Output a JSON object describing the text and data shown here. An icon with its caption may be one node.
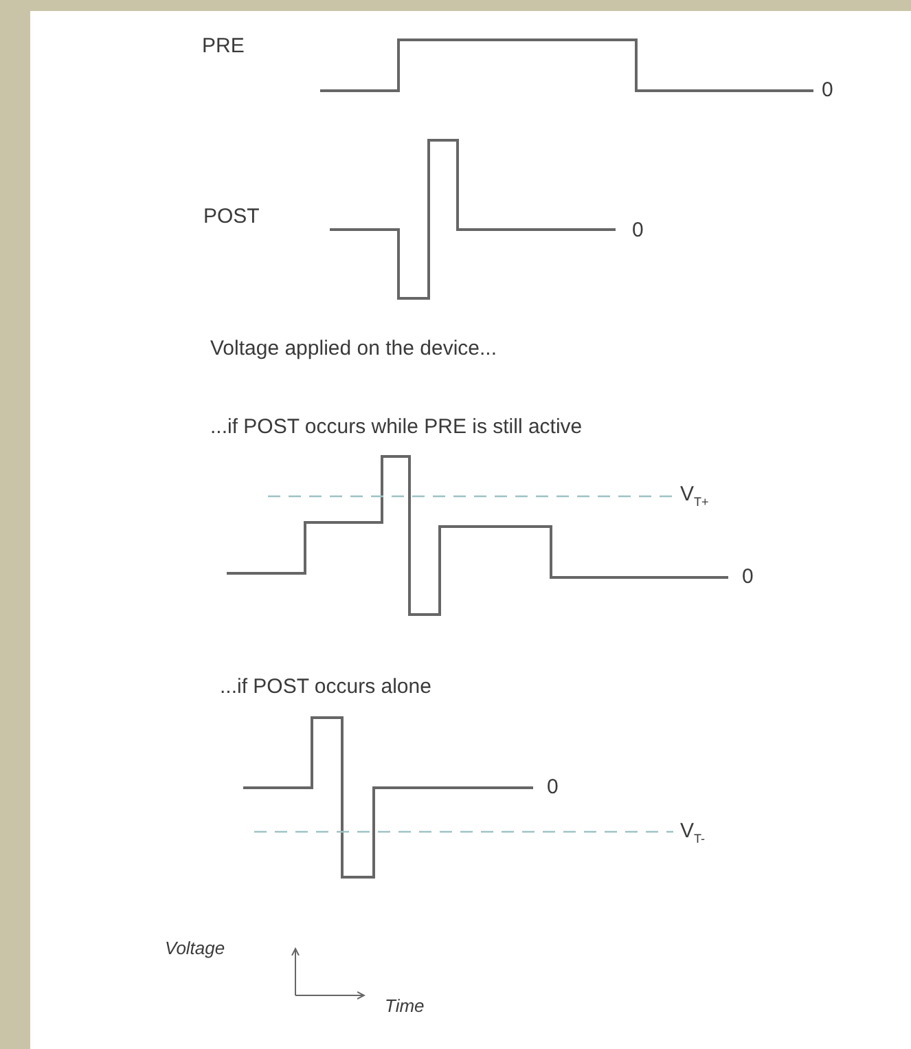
{
  "diagram": {
    "labels": [
      "PRE",
      "0",
      "POST",
      "0",
      "Voltage applied on the device...",
      "...if POST occurs while PRE is still active",
      "V$_{T+}$",
      "0",
      "...if POST occurs alone",
      "0",
      "V$_{T-}$",
      "Voltage",
      "Time"
    ]
  }
}
